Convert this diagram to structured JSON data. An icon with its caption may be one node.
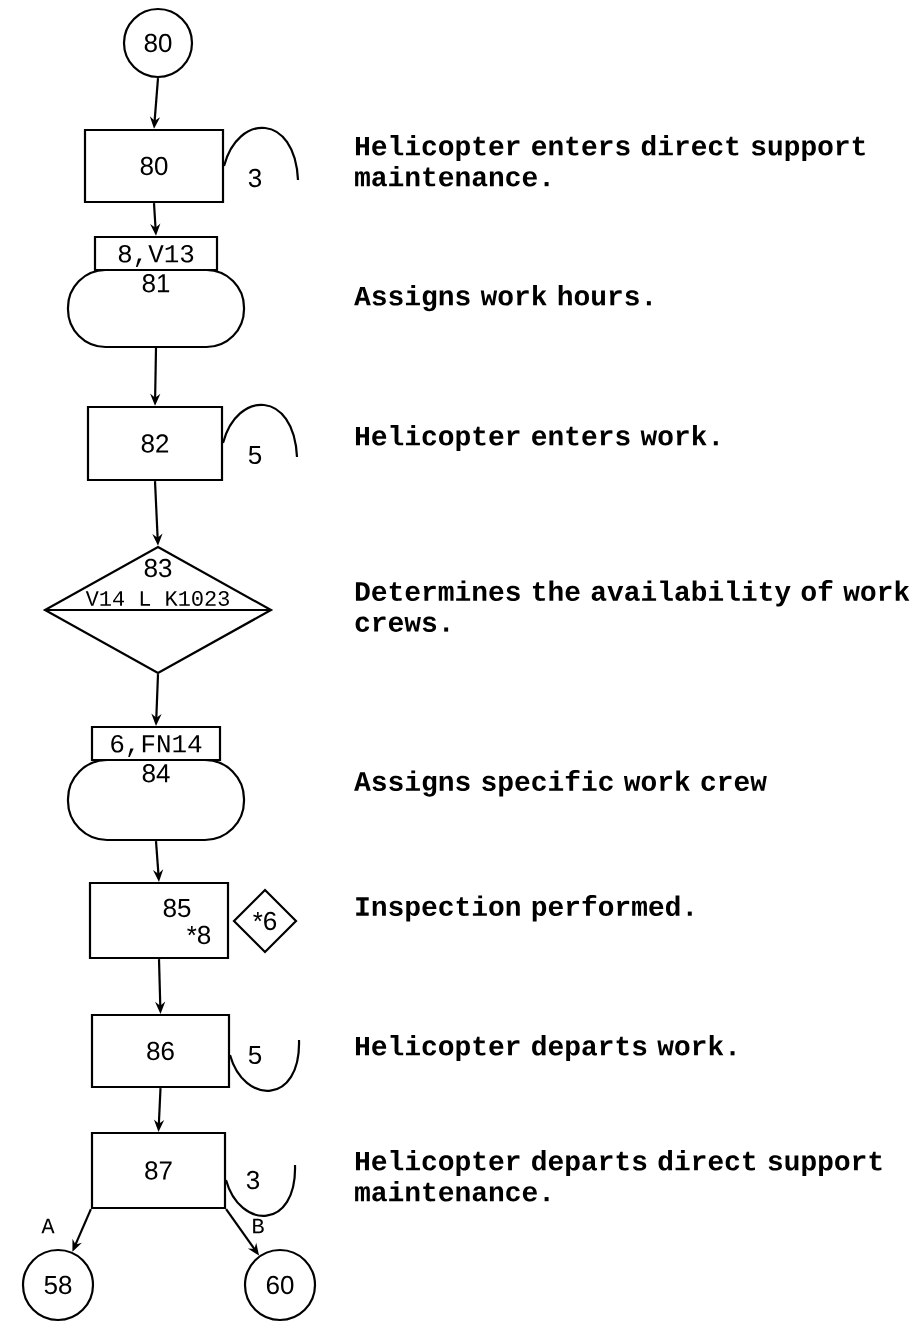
{
  "diagram": {
    "nodes": [
      {
        "text": [
          "80"
        ]
      },
      {
        "text": [
          "80"
        ],
        "beside": [
          "3"
        ]
      },
      {
        "text": [
          "8,V13",
          "81"
        ]
      },
      {
        "text": [
          "82"
        ],
        "beside": [
          "5"
        ]
      },
      {
        "text": [
          "83",
          "V14 L K1023"
        ]
      },
      {
        "text": [
          "6,FN14",
          "84"
        ]
      },
      {
        "text": [
          "85",
          "*8"
        ]
      },
      {
        "text": [
          "*6"
        ]
      },
      {
        "text": [
          "86"
        ],
        "beside": [
          "5"
        ]
      },
      {
        "text": [
          "87"
        ],
        "beside": [
          "3"
        ]
      },
      {
        "text": [
          "58"
        ]
      },
      {
        "text": [
          "60"
        ]
      }
    ],
    "edges": [
      {
        "from": 0,
        "to": 1,
        "arrow": "to"
      },
      {
        "from": 1,
        "to": 2,
        "arrow": "to"
      },
      {
        "from": 2,
        "to": 3,
        "arrow": "to"
      },
      {
        "from": 3,
        "to": 4,
        "arrow": "to"
      },
      {
        "from": 4,
        "to": 5,
        "arrow": "to"
      },
      {
        "from": 5,
        "to": 6,
        "arrow": "to"
      },
      {
        "from": 6,
        "to": 8,
        "arrow": "to"
      },
      {
        "from": 8,
        "to": 9,
        "arrow": "to"
      },
      {
        "from": 9,
        "to": 10,
        "arrow": "to",
        "label": "A"
      },
      {
        "from": 9,
        "to": 11,
        "arrow": "to",
        "label": "B"
      }
    ],
    "labels": [
      "Helicopter enters direct support maintenance.",
      "Assigns work hours.",
      "Helicopter enters work.",
      "Determines the availability of work crews.",
      "Assigns specific work crew",
      "Inspection performed.",
      "Helicopter departs work.",
      "Helicopter departs direct support maintenance."
    ]
  }
}
